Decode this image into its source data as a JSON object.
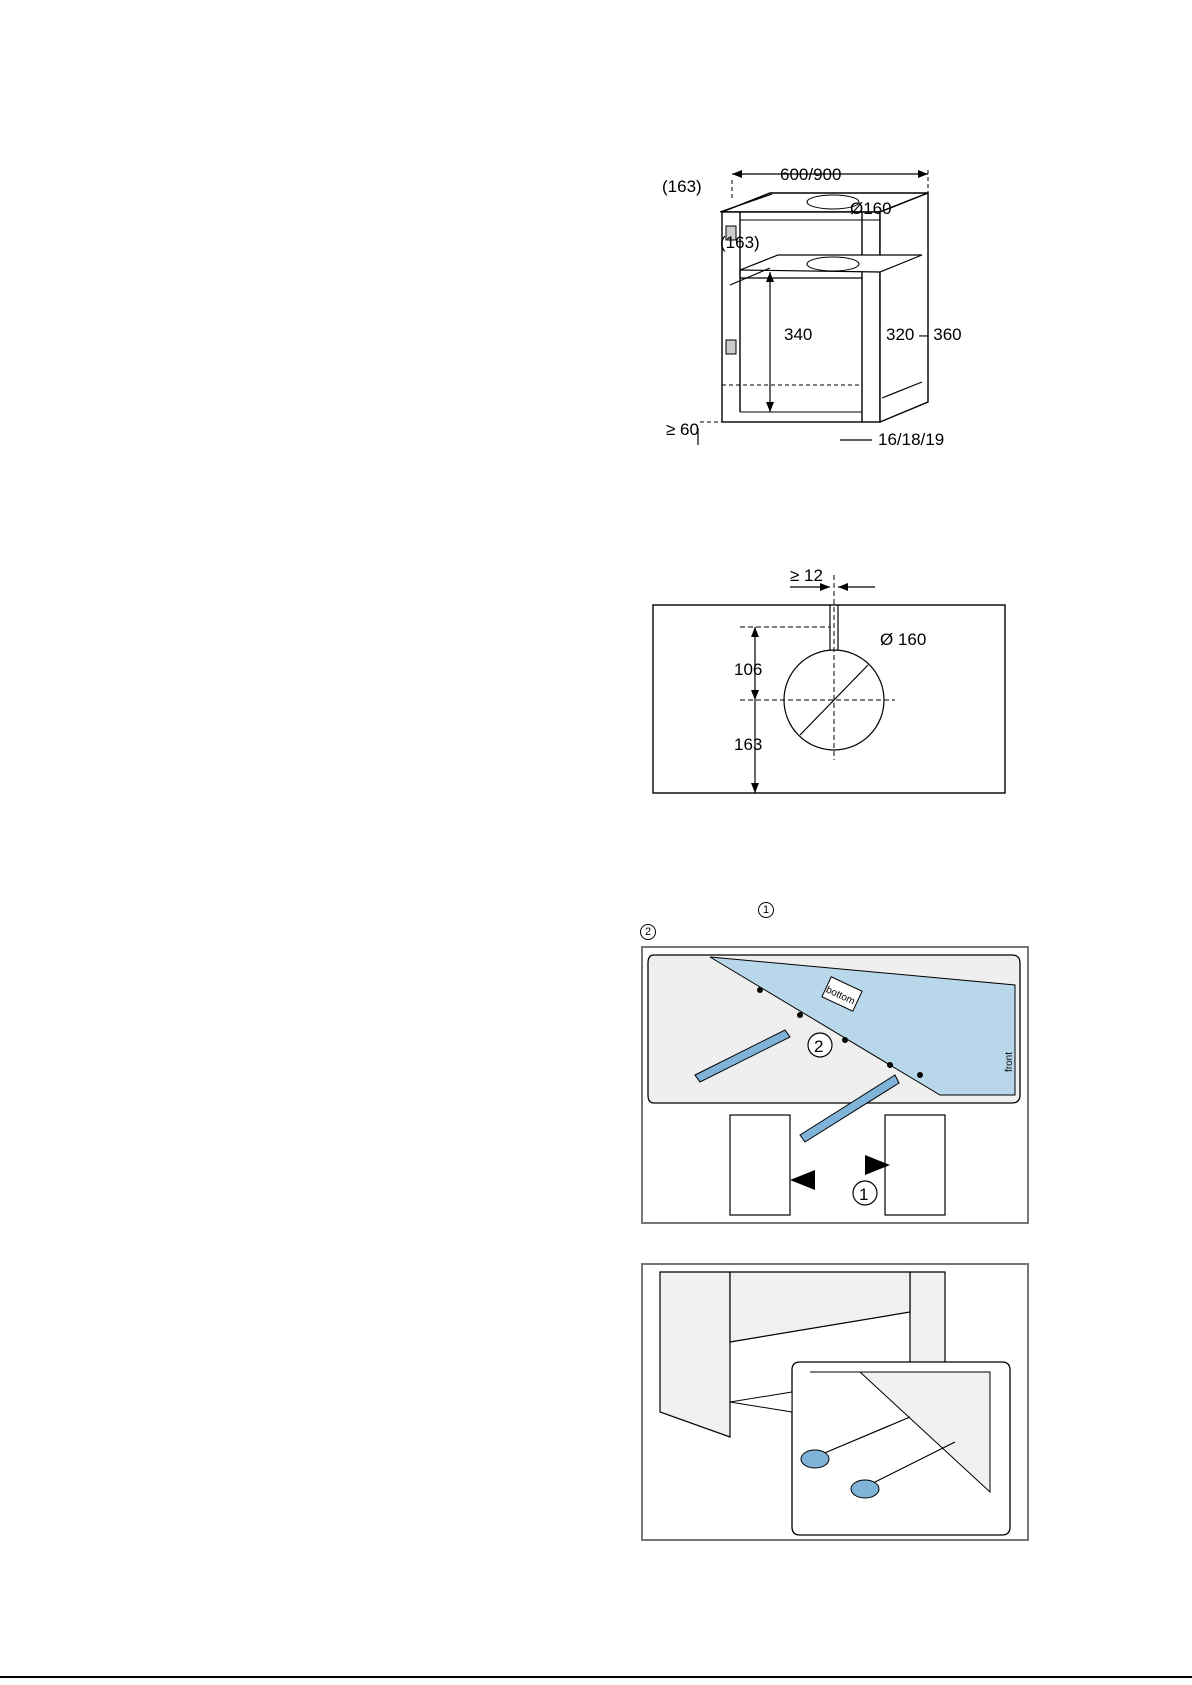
{
  "figure1": {
    "width": "600/900",
    "offset_top": "(163)",
    "hole_top": "Ø160",
    "offset_shelf": "(163)",
    "height": "340",
    "depth": "320 – 360",
    "min_bottom": "≥ 60",
    "board": "16/18/19"
  },
  "figure2": {
    "slot": "≥ 12",
    "dia": "Ø 160",
    "upper": "106",
    "lower": "163"
  },
  "figure3": {
    "step1": "1",
    "step2": "2",
    "label_bottom": "bottom",
    "label_front": "front"
  },
  "steps": {
    "s1": "1",
    "s2": "2"
  },
  "colors": {
    "template_blue": "#b9d7ea",
    "screw_blue": "#7fb3d8",
    "panel": "#f1f1f1"
  }
}
